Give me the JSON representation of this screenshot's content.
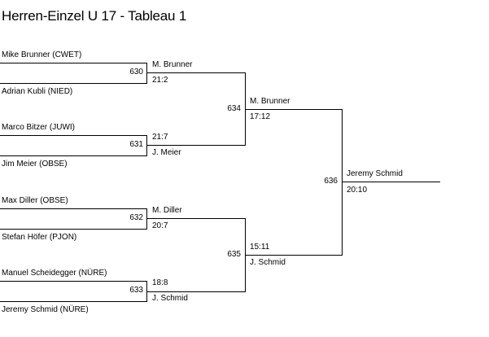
{
  "title": "Herren-Einzel U 17 - Tableau 1",
  "round1": [
    {
      "match": "630",
      "top": "Mike Brunner (CWET)",
      "bottom": "Adrian Kubli (NIED)",
      "winner": "M. Brunner",
      "score": "21:2",
      "score_above": false
    },
    {
      "match": "631",
      "top": "Marco Bitzer (JUWI)",
      "bottom": "Jim Meier (OBSE)",
      "winner": "J. Meier",
      "score": "21:7",
      "score_above": true
    },
    {
      "match": "632",
      "top": "Max Diller (OBSE)",
      "bottom": "Stefan Höfer (PJON)",
      "winner": "M. Diller",
      "score": "20:7",
      "score_above": false
    },
    {
      "match": "633",
      "top": "Manuel Scheidegger (NÜRE)",
      "bottom": "Jeremy Schmid (NÜRE)",
      "winner": "J. Schmid",
      "score": "18:8",
      "score_above": true
    }
  ],
  "round2": [
    {
      "match": "634",
      "winner": "M. Brunner",
      "score": "17:12"
    },
    {
      "match": "635",
      "winner": "J. Schmid",
      "score": "15:11"
    }
  ],
  "final": {
    "match": "636",
    "winner": "Jeremy Schmid",
    "score": "20:10"
  }
}
